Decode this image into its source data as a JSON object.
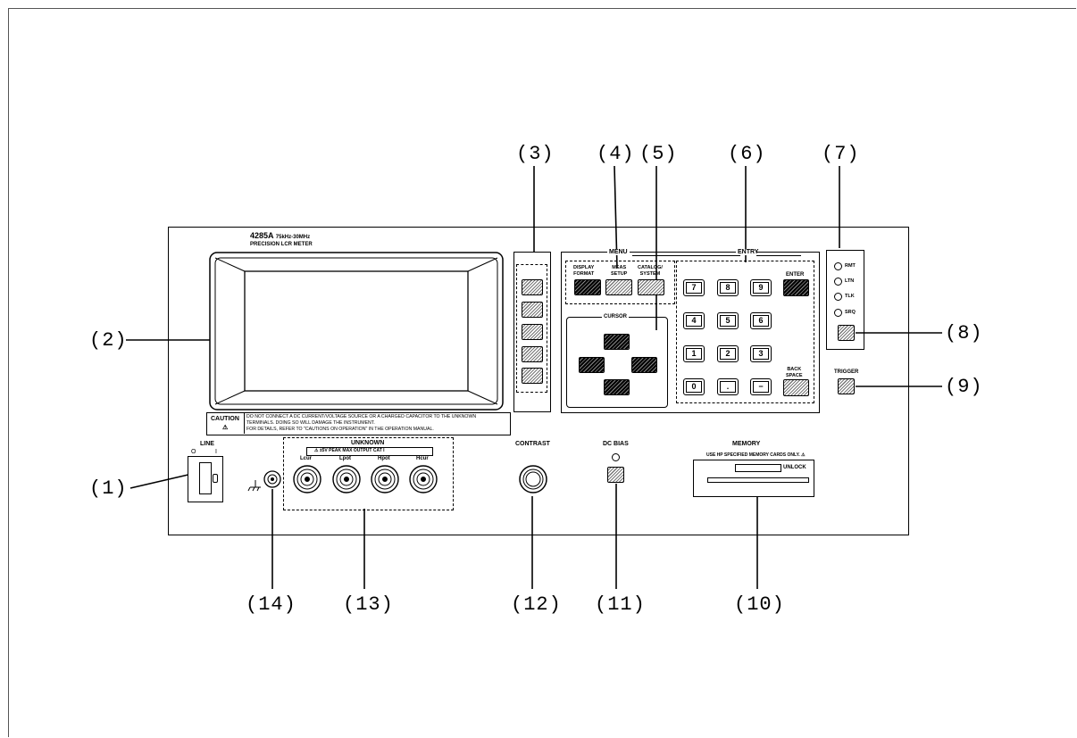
{
  "callouts": {
    "c1": "(1)",
    "c2": "(2)",
    "c3": "(3)",
    "c4": "(4)",
    "c5": "(5)",
    "c6": "(6)",
    "c7": "(7)",
    "c8": "(8)",
    "c9": "(9)",
    "c10": "(10)",
    "c11": "(11)",
    "c12": "(12)",
    "c13": "(13)",
    "c14": "(14)"
  },
  "instrument": {
    "model": "4285A",
    "range": "75kHz-30MHz",
    "name": "PRECISION LCR METER"
  },
  "caution": {
    "title": "CAUTION",
    "line1": "DO NOT CONNECT A DC CURRENT/VOLTAGE SOURCE OR A CHARGED CAPACITOR TO THE UNKNOWN",
    "line2": "TERMINALS. DOING SO WILL DAMAGE THE INSTRUMENT.",
    "line3": "FOR DETAILS, REFER TO \"CAUTIONS ON OPERATION\" IN THE OPERATION MANUAL."
  },
  "line_switch": {
    "label": "LINE",
    "off": "O",
    "on": "I"
  },
  "unknown": {
    "label": "UNKNOWN",
    "note": "±5V PEAK MAX OUTPUT CAT I",
    "terminals": [
      "Lcur",
      "Lpot",
      "Hpot",
      "Hcur"
    ]
  },
  "contrast_label": "CONTRAST",
  "dc_bias_label": "DC BIAS",
  "memory": {
    "label": "MEMORY",
    "note": "USE HP SPECIFIED MEMORY CARDS ONLY.",
    "unlock": "UNLOCK"
  },
  "menu": {
    "label": "MENU",
    "display_format": [
      "DISPLAY",
      "FORMAT"
    ],
    "meas_setup": [
      "MEAS",
      "SETUP"
    ],
    "catalog_system": [
      "CATALOG/",
      "SYSTEM"
    ]
  },
  "cursor_label": "CURSOR",
  "entry": {
    "label": "ENTRY",
    "enter": "ENTER",
    "back_space": [
      "BACK",
      "SPACE"
    ],
    "keys": [
      "7",
      "8",
      "9",
      "4",
      "5",
      "6",
      "1",
      "2",
      "3",
      "0",
      ".",
      "−"
    ]
  },
  "status_leds": [
    "RMT",
    "LTN",
    "TLK",
    "SRQ"
  ],
  "trigger_label": "TRIGGER"
}
